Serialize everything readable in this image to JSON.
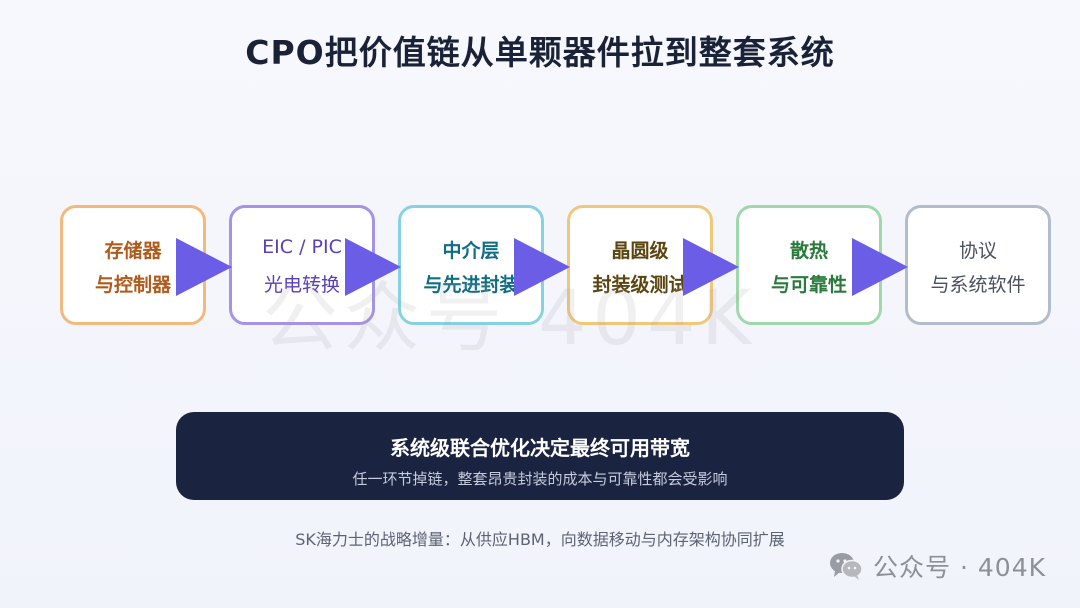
{
  "title": "CPO把价值链从单颗器件拉到整套系统",
  "watermark_bg": "公众号 404K",
  "flow": [
    {
      "line1": "存储器",
      "line2": "与控制器",
      "border": "#f3b97c",
      "text_color": "#b05a1c"
    },
    {
      "line1": "EIC / PIC",
      "line2": "光电转换",
      "border": "#a593e8",
      "text_color": "#5a3fb8"
    },
    {
      "line1": "中介层",
      "line2": "与先进封装",
      "border": "#86d2e2",
      "text_color": "#0f6d84"
    },
    {
      "line1": "晶圆级",
      "line2": "封装级测试",
      "border": "#f1c77a",
      "text_color": "#5b4510"
    },
    {
      "line1": "散热",
      "line2": "与可靠性",
      "border": "#9fd8aa",
      "text_color": "#2a7a3c"
    },
    {
      "line1": "协议",
      "line2": "与系统软件",
      "border": "#b3bcca",
      "text_color": "#4a5160"
    }
  ],
  "colors": {
    "arrow": "#6b5de6",
    "banner_bg": "#1a2340",
    "title": "#1a2238"
  },
  "banner": {
    "title": "系统级联合优化决定最终可用带宽",
    "subtitle": "任一环节掉链，整套昂贵封装的成本与可靠性都会受影响"
  },
  "footnote": "SK海力士的战略增量：从供应HBM，向数据移动与内存架构协同扩展",
  "footer_watermark": {
    "icon": "wechat-icon",
    "text": "公众号 · 404K"
  }
}
